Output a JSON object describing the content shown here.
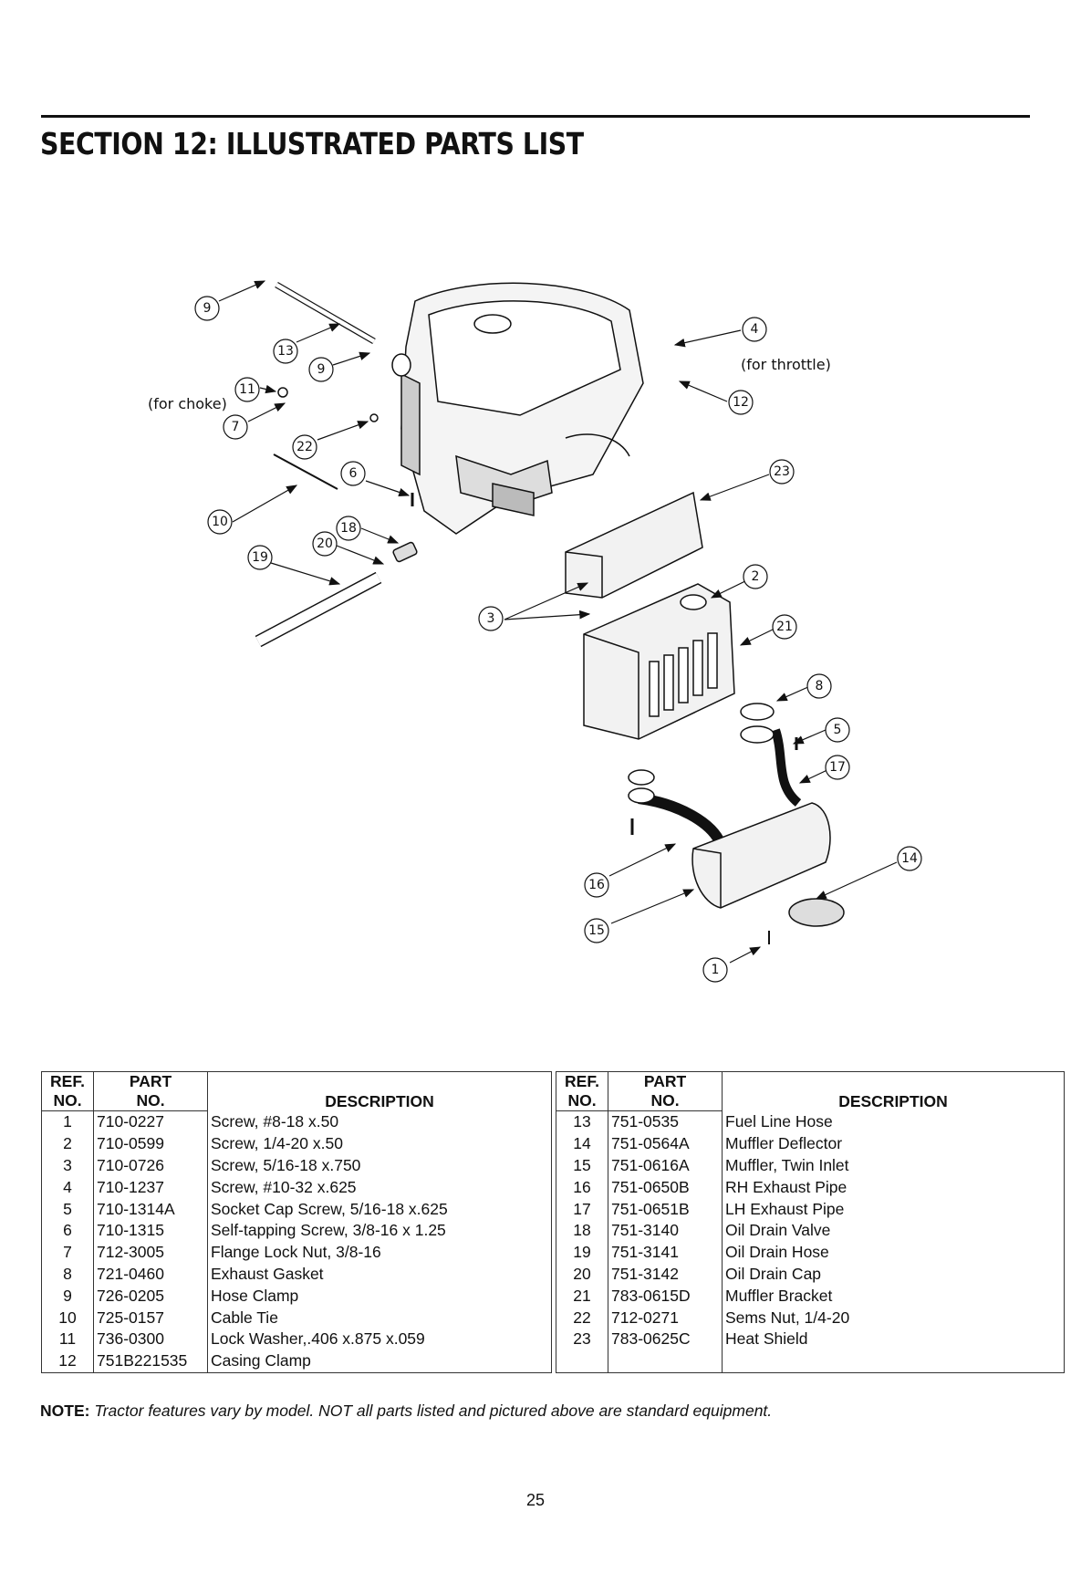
{
  "section_title": "SECTION 12:  ILLUSTRATED PARTS LIST",
  "diagram": {
    "label_choke": "(for choke)",
    "label_throttle": "(for throttle)",
    "callouts": [
      "9",
      "13",
      "9",
      "11",
      "7",
      "22",
      "6",
      "10",
      "18",
      "20",
      "19",
      "4",
      "12",
      "23",
      "3",
      "2",
      "21",
      "8",
      "5",
      "17",
      "16",
      "14",
      "15",
      "1"
    ]
  },
  "table": {
    "headers": {
      "ref_line1": "REF.",
      "ref_line2": "NO.",
      "part_line1": "PART",
      "part_line2": "NO.",
      "description": "DESCRIPTION"
    },
    "left_rows": [
      {
        "ref": "1",
        "part": "710-0227",
        "description": "Screw, #8-18 x.50"
      },
      {
        "ref": "2",
        "part": "710-0599",
        "description": "Screw, 1/4-20 x.50"
      },
      {
        "ref": "3",
        "part": "710-0726",
        "description": "Screw, 5/16-18 x.750"
      },
      {
        "ref": "4",
        "part": "710-1237",
        "description": "Screw, #10-32 x.625"
      },
      {
        "ref": "5",
        "part": "710-1314A",
        "description": "Socket Cap Screw, 5/16-18 x.625"
      },
      {
        "ref": "6",
        "part": "710-1315",
        "description": "Self-tapping Screw, 3/8-16 x 1.25"
      },
      {
        "ref": "7",
        "part": "712-3005",
        "description": "Flange Lock Nut, 3/8-16"
      },
      {
        "ref": "8",
        "part": "721-0460",
        "description": "Exhaust Gasket"
      },
      {
        "ref": "9",
        "part": "726-0205",
        "description": "Hose Clamp"
      },
      {
        "ref": "10",
        "part": "725-0157",
        "description": "Cable Tie"
      },
      {
        "ref": "11",
        "part": "736-0300",
        "description": "Lock Washer,.406 x.875 x.059"
      },
      {
        "ref": "12",
        "part": "751B221535",
        "description": "Casing Clamp"
      }
    ],
    "right_rows": [
      {
        "ref": "13",
        "part": "751-0535",
        "description": "Fuel Line Hose"
      },
      {
        "ref": "14",
        "part": "751-0564A",
        "description": "Muffler Deflector"
      },
      {
        "ref": "15",
        "part": "751-0616A",
        "description": "Muffler, Twin Inlet"
      },
      {
        "ref": "16",
        "part": "751-0650B",
        "description": "RH Exhaust Pipe"
      },
      {
        "ref": "17",
        "part": "751-0651B",
        "description": "LH Exhaust Pipe"
      },
      {
        "ref": "18",
        "part": "751-3140",
        "description": "Oil Drain Valve"
      },
      {
        "ref": "19",
        "part": "751-3141",
        "description": "Oil Drain Hose"
      },
      {
        "ref": "20",
        "part": "751-3142",
        "description": "Oil Drain Cap"
      },
      {
        "ref": "21",
        "part": "783-0615D",
        "description": "Muffler Bracket"
      },
      {
        "ref": "22",
        "part": "712-0271",
        "description": "Sems Nut, 1/4-20"
      },
      {
        "ref": "23",
        "part": "783-0625C",
        "description": "Heat Shield"
      },
      {
        "ref": "",
        "part": "",
        "description": ""
      }
    ]
  },
  "note": {
    "label": "NOTE:",
    "text": "Tractor features vary by model. NOT all parts listed and pictured above are standard equipment."
  },
  "page_number": "25"
}
